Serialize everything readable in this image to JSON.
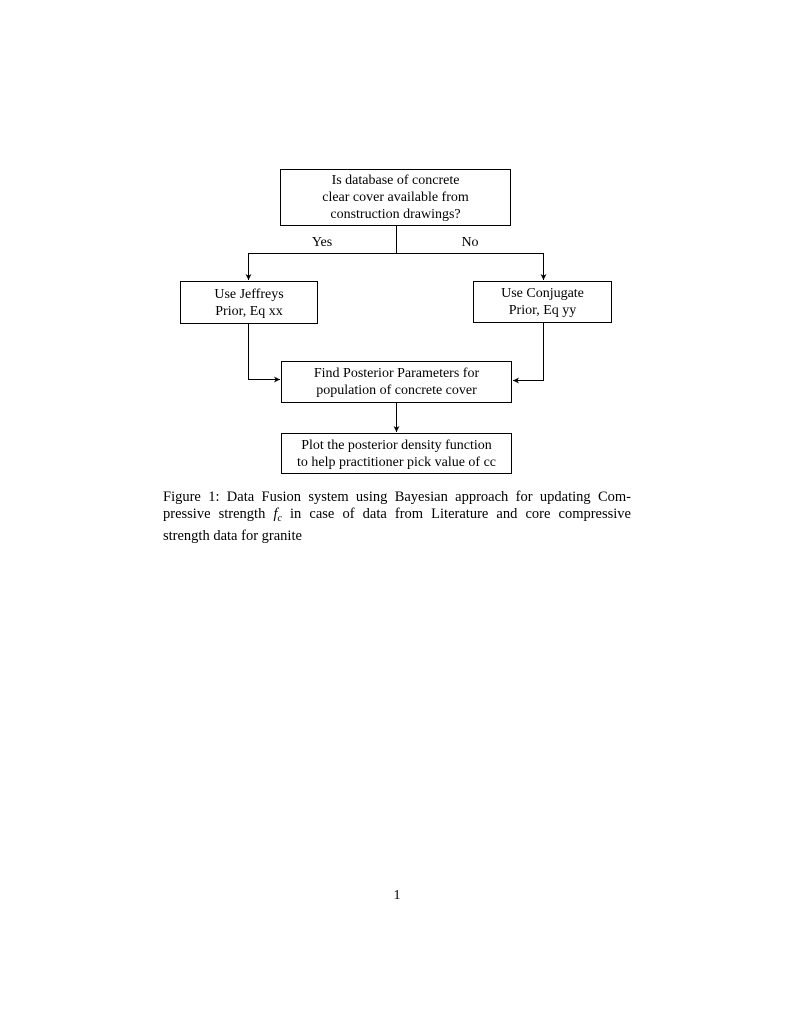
{
  "page": {
    "number": "1"
  },
  "flowchart": {
    "decision": {
      "lines": [
        "Is database of concrete",
        "clear cover available from",
        "construction drawings?"
      ]
    },
    "branch_labels": {
      "yes": "Yes",
      "no": "No"
    },
    "jeffreys": {
      "lines": [
        "Use Jeffreys",
        "Prior, Eq xx"
      ]
    },
    "conjugate": {
      "lines": [
        "Use Conjugate",
        "Prior, Eq yy"
      ]
    },
    "posterior": {
      "lines": [
        "Find Posterior Parameters for",
        "population of concrete cover"
      ]
    },
    "plot": {
      "lines": [
        "Plot the posterior density function",
        "to help practitioner pick value of cc"
      ]
    }
  },
  "caption": {
    "line1": "Figure 1: Data Fusion system using Bayesian approach for updating Com-",
    "line2_before_math": "pressive strength ",
    "math_symbol": "f",
    "math_subscript": "c",
    "line2_after_math": " in case of data from Literature and core compressive",
    "line3": "strength data for granite"
  },
  "colors": {
    "ink": "#000000",
    "paper": "#ffffff"
  }
}
